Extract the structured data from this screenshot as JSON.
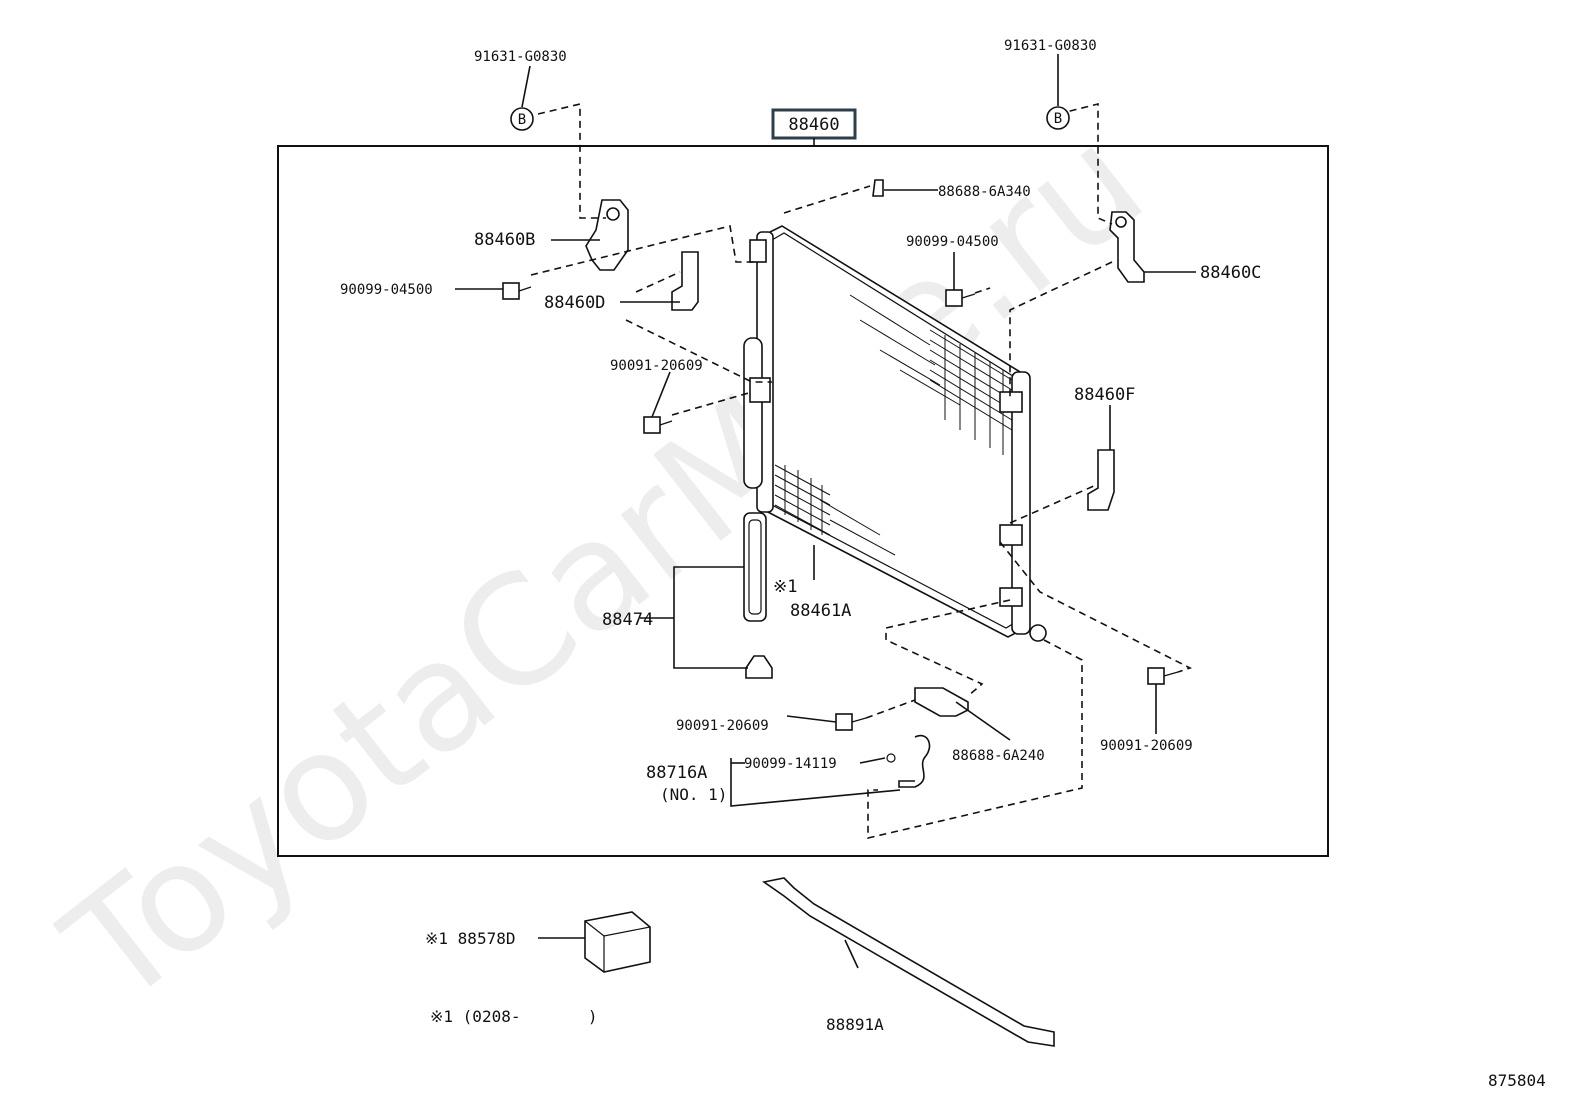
{
  "watermark": "ToyotaCarMine.ru",
  "group_code": "88460",
  "diagram_number": "875804",
  "marker_letter": "B",
  "labels": {
    "bolt_top_left": "91631-G0830",
    "bolt_top_right": "91631-G0830",
    "bracket_b": "88460B",
    "bracket_c": "88460C",
    "bracket_d": "88460D",
    "bracket_f": "88460F",
    "bolt_left": "90099-04500",
    "bolt_center": "90099-04500",
    "bolt_side": "90091-20609",
    "bolt_lower": "90091-20609",
    "bolt_right": "90091-20609",
    "clip_top": "88688-6A340",
    "clip_bottom": "88688-6A240",
    "condenser": "88461A",
    "note_ref": "※1",
    "dryer": "88474",
    "pipe": "88716A",
    "pipe_sub": "(NO. 1)",
    "oring": "90099-14119",
    "pad_note": "※1 88578D",
    "seal": "88891A",
    "footnote": "※1 (0208-       )"
  }
}
